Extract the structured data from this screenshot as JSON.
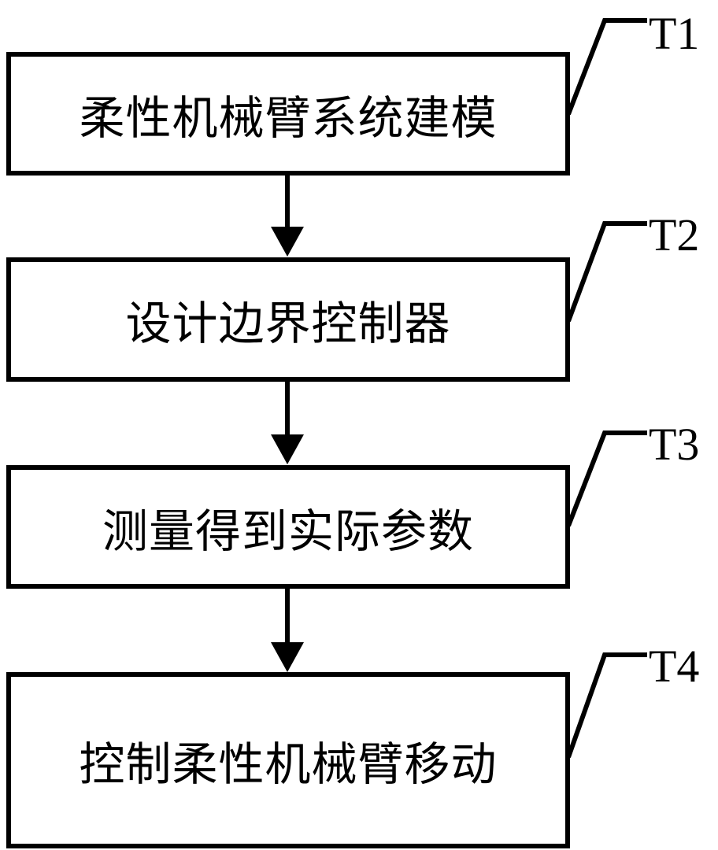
{
  "steps": [
    {
      "label": "柔性机械臂系统建模",
      "tag": "T1"
    },
    {
      "label": "设计边界控制器",
      "tag": "T2"
    },
    {
      "label": "测量得到实际参数",
      "tag": "T3"
    },
    {
      "label": "控制柔性机械臂移动",
      "tag": "T4"
    }
  ]
}
